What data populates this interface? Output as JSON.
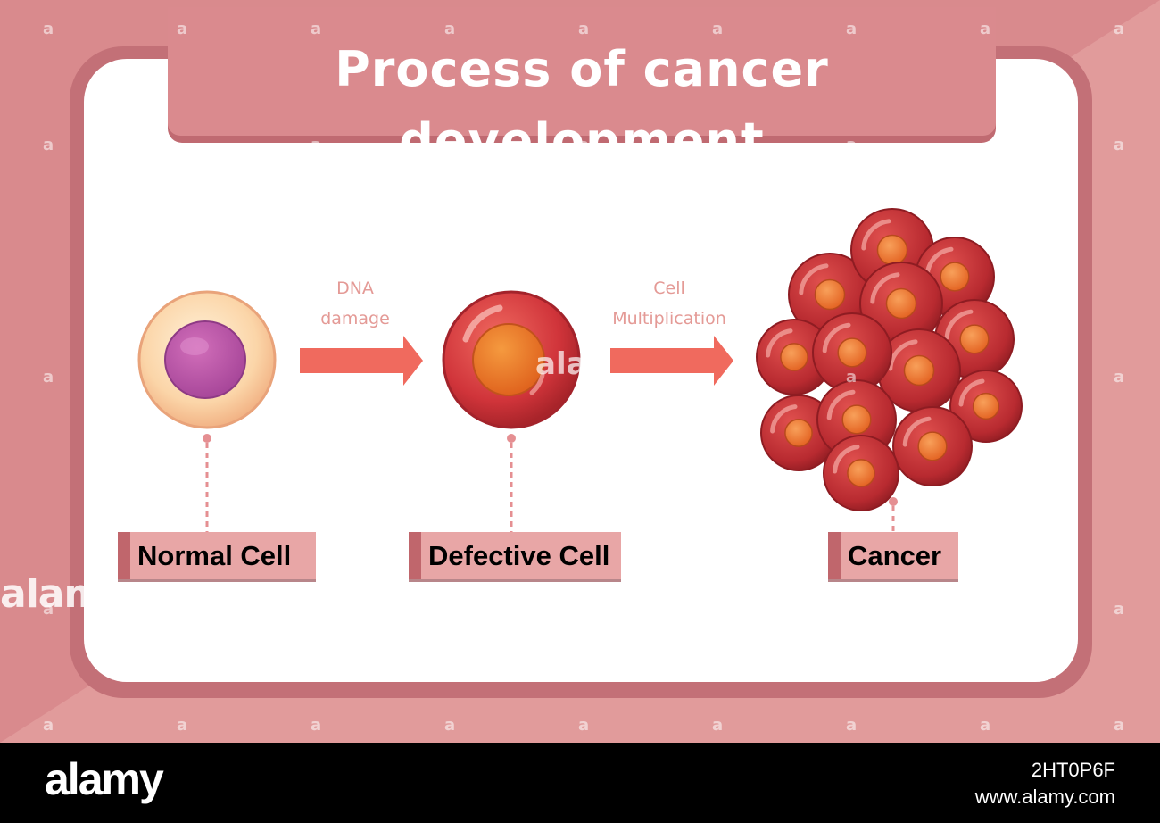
{
  "title": "Process of cancer development",
  "stages": [
    {
      "label": "Normal Cell"
    },
    {
      "label": "Defective Cell"
    },
    {
      "label": "Cancer"
    }
  ],
  "transitions": [
    {
      "line1": "DNA",
      "line2": "damage"
    },
    {
      "line1": "Cell",
      "line2": "Multiplication"
    }
  ],
  "colors": {
    "background": "#d98a8d",
    "panel_border": "#c37077",
    "title_tab": "#da8a8e",
    "arrow": "#f06a5e",
    "label_box": "#e8a6a6",
    "label_tab": "#c0666c",
    "normal_cell_outer": "#f9c99a",
    "normal_cell_nucleus": "#c45ea8",
    "defective_cell": "#d8393a",
    "defective_nucleus": "#f07a2a",
    "cancer_cell": "#c33134"
  },
  "watermark": {
    "small": "a",
    "big": "alamy",
    "inline": "ala"
  },
  "footer": {
    "logo": "alamy",
    "image_id": "2HT0P6F",
    "site": "www.alamy.com"
  }
}
